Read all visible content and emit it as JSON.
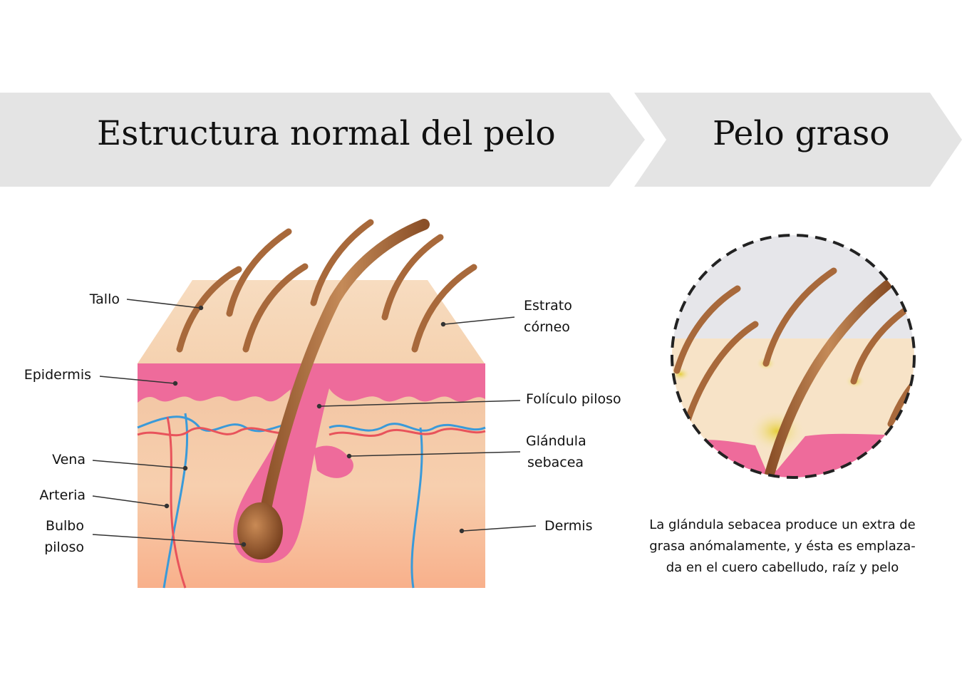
{
  "headers": {
    "left_title": "Estructura normal del pelo",
    "right_title": "Pelo graso"
  },
  "labels": {
    "tallo": "Tallo",
    "epidermis": "Epidermis",
    "vena": "Vena",
    "arteria": "Arteria",
    "bulbo_line1": "Bulbo",
    "bulbo_line2": "piloso",
    "estrato_line1": "Estrato",
    "estrato_line2": "córneo",
    "foliculo": "Folículo piloso",
    "glandula_line1": "Glándula",
    "glandula_line2": "sebacea",
    "dermis": "Dermis"
  },
  "caption": {
    "line1": "La glándula sebacea produce un extra de",
    "line2": "grasa anómalamente, y ésta es emplaza-",
    "line3": "da en el cuero cabelludo, raíz y pelo"
  },
  "colors": {
    "banner": "#e4e4e4",
    "skin_top": "#f6dcc0",
    "epidermis": "#ef6f9e",
    "dermis_top": "#f6c9a8",
    "dermis_bottom": "#f8b690",
    "hair": "#a8693b",
    "vein": "#3a9ad9",
    "artery": "#e8535b",
    "oil": "#e8d24a"
  }
}
